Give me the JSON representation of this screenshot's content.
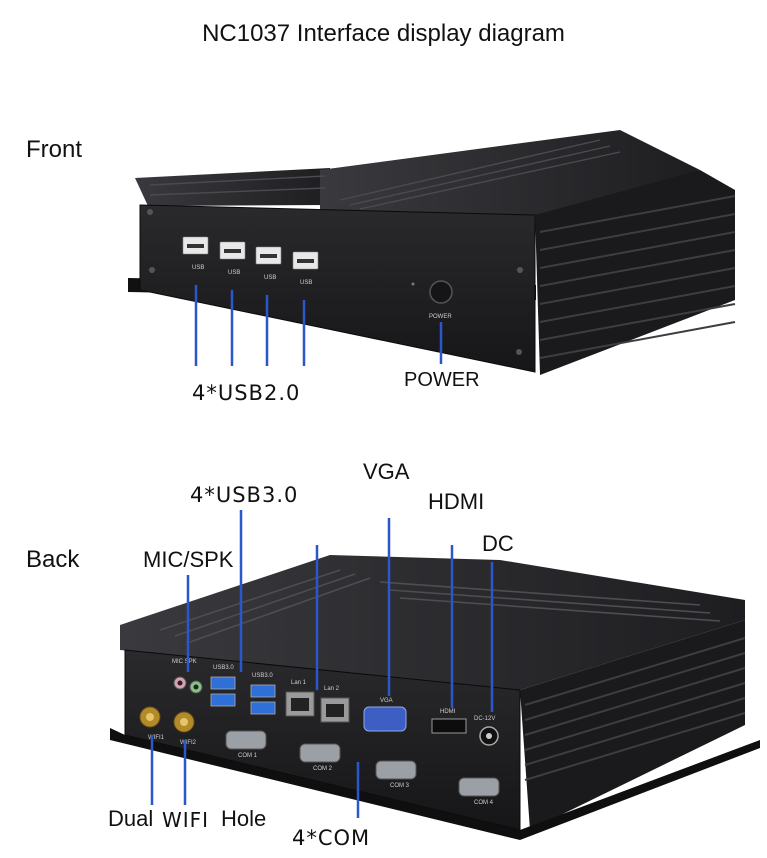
{
  "title": "NC1037  Interface display diagram",
  "views": {
    "front": {
      "label": "Front",
      "port_labels": {
        "usb": "USB",
        "power": "POWER"
      },
      "callouts": {
        "usb": "4*USB2.0",
        "power": "POWER"
      }
    },
    "back": {
      "label": "Back",
      "port_labels": {
        "mic_spk": "MIC  SPK",
        "usb3": "USB3.0",
        "lan1": "Lan 1",
        "lan2": "Lan 2",
        "vga": "VGA",
        "hdmi": "HDMI",
        "dc": "DC-12V",
        "wifi1": "WIFI1",
        "wifi2": "WIFI2",
        "com1": "COM 1",
        "com2": "COM 2",
        "com3": "COM 3",
        "com4": "COM 4"
      },
      "callouts": {
        "usb3": "4*USB3.0",
        "mic_spk": "MIC/SPK",
        "vga": "VGA",
        "hdmi": "HDMI",
        "dc": "DC",
        "wifi_dual": "Dual",
        "wifi_mid": "WIFI",
        "wifi_hole": "Hole",
        "com": "4*COM"
      }
    }
  },
  "colors": {
    "leader_line": "#2a57c9",
    "chassis": "#1c1c1e",
    "fins": "#2b2b2e"
  }
}
